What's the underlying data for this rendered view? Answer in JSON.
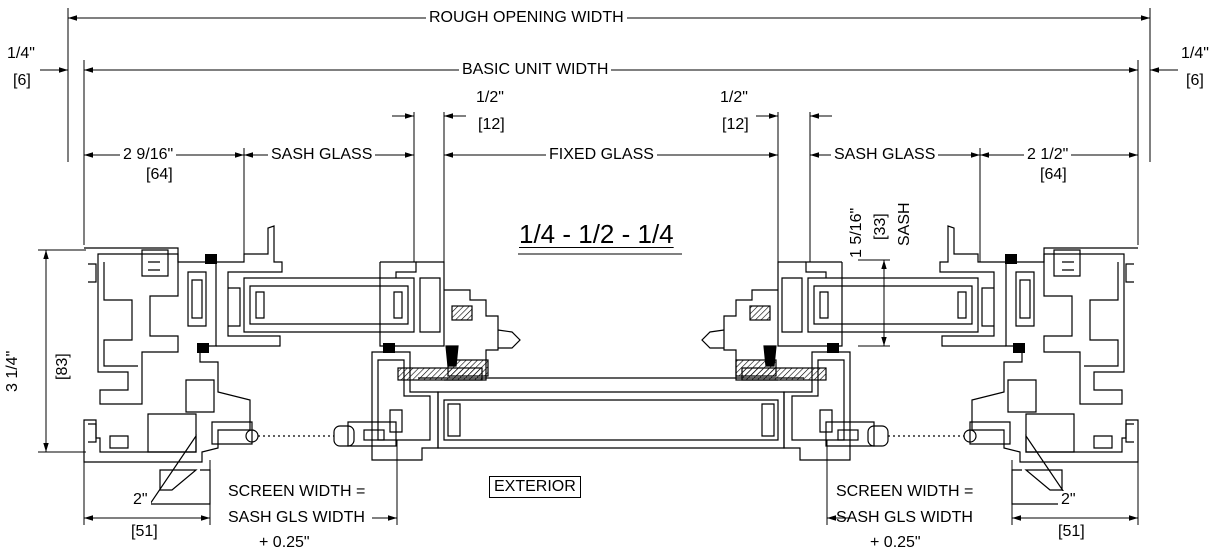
{
  "labels": {
    "rough_opening_width": "ROUGH OPENING WIDTH",
    "basic_unit_width": "BASIC UNIT WIDTH",
    "left_quarter_in": "1/4\"",
    "left_quarter_mm": "[6]",
    "right_quarter_in": "1/4\"",
    "right_quarter_mm": "[6]",
    "left_half_in": "1/2\"",
    "left_half_mm": "[12]",
    "right_half_in": "1/2\"",
    "right_half_mm": "[12]",
    "left_frame_in": "2 9/16\"",
    "left_frame_mm": "[64]",
    "right_frame_in": "2 1/2\"",
    "right_frame_mm": "[64]",
    "left_sash_glass": "SASH GLASS",
    "fixed_glass": "FIXED GLASS",
    "right_sash_glass": "SASH GLASS",
    "glass_spec": "1/4 - 1/2 - 1/4",
    "sash_height_in": "1 5/16\"",
    "sash_height_mm": "[33]",
    "sash_word": "SASH",
    "frame_height_in": "3 1/4\"",
    "frame_height_mm": "[83]",
    "exterior": "EXTERIOR",
    "left_screen_line1": "SCREEN WIDTH =",
    "left_screen_line2": "SASH GLS WIDTH",
    "left_screen_line3": "+ 0.25\"",
    "right_screen_line1": "SCREEN WIDTH =",
    "right_screen_line2": "SASH GLS WIDTH",
    "right_screen_line3": "+ 0.25\"",
    "left_bottom_in": "2\"",
    "left_bottom_mm": "[51]",
    "right_bottom_in": "2\"",
    "right_bottom_mm": "[51]"
  }
}
